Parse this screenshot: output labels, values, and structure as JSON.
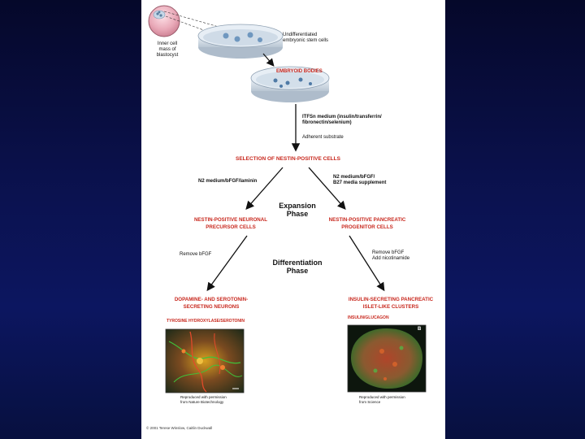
{
  "diagram": {
    "blastocyst_label": [
      "Inner cell",
      "mass of",
      "blastocyst"
    ],
    "dish_label": [
      "Undifferentiated",
      "embryonic stem cells"
    ],
    "embryoid_label": "EMBRYOID BODIES",
    "medium_label": [
      "ITFSn medium (insulin/transferrin/",
      "fibronectin/selenium)"
    ],
    "substrate_label": "Adherent substrate",
    "selection_label": "SELECTION OF NESTIN-POSITIVE CELLS",
    "left_medium": "N2 medium/bFGF/laminin",
    "right_medium": [
      "N2 medium/bFGF/",
      "B27 media supplement"
    ],
    "expansion_phase": [
      "Expansion",
      "Phase"
    ],
    "neuronal_label": [
      "NESTIN-POSITIVE NEURONAL",
      "PRECURSOR CELLS"
    ],
    "pancreatic_label": [
      "NESTIN-POSITIVE PANCREATIC",
      "PROGENITOR CELLS"
    ],
    "remove_bfgf_left": "Remove bFGF",
    "remove_bfgf_right": [
      "Remove bFGF",
      "Add nicotinamide"
    ],
    "differentiation_phase": [
      "Differentiation",
      "Phase"
    ],
    "neurons_label": [
      "DOPAMINE- AND SEROTONIN-",
      "SECRETING NEURONS"
    ],
    "islet_label": [
      "INSULIN-SECRETING PANCREATIC",
      "ISLET-LIKE CLUSTERS"
    ],
    "left_stain": "TYROSINE HYDROXYLASE/SEROTONIN",
    "right_stain": "INSULIN/GLUCAGON",
    "right_panel_letter": "B",
    "left_credit": [
      "Reproduced with permission",
      "from Nature Biotechnology"
    ],
    "right_credit": [
      "Reproduced with permission",
      "from Science"
    ],
    "copyright": "© 2001 Terese Winslow, Caitlin Duckwall"
  }
}
